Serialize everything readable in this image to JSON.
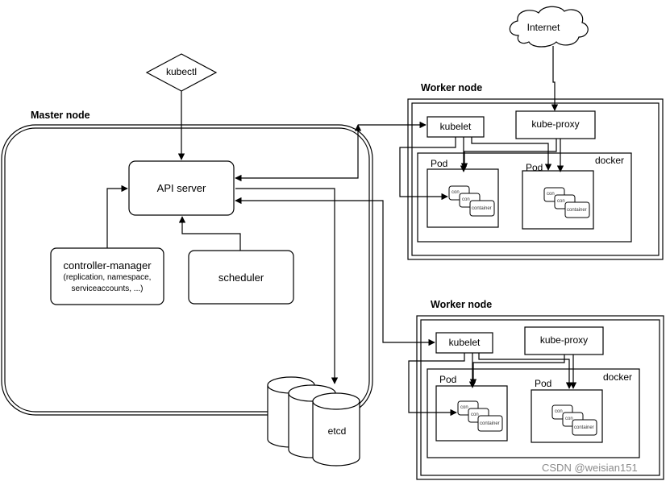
{
  "master": {
    "title": "Master node",
    "kubectl": "kubectl",
    "api_server": "API server",
    "controller_manager": {
      "name": "controller-manager",
      "details_line1": "(replication, namespace,",
      "details_line2": "serviceaccounts, ...)"
    },
    "scheduler": "scheduler",
    "etcd": "etcd"
  },
  "internet": "Internet",
  "workers": [
    {
      "title": "Worker node",
      "kubelet": "kubelet",
      "kube_proxy": "kube-proxy",
      "docker": "docker",
      "pods": [
        {
          "label": "Pod",
          "containers": [
            "con",
            "con",
            "container"
          ]
        },
        {
          "label": "Pod",
          "containers": [
            "con",
            "con",
            "container"
          ]
        }
      ]
    },
    {
      "title": "Worker node",
      "kubelet": "kubelet",
      "kube_proxy": "kube-proxy",
      "docker": "docker",
      "pods": [
        {
          "label": "Pod",
          "containers": [
            "con",
            "con",
            "container"
          ]
        },
        {
          "label": "Pod",
          "containers": [
            "con",
            "con",
            "container"
          ]
        }
      ]
    }
  ],
  "watermark": "CSDN @weisian151"
}
